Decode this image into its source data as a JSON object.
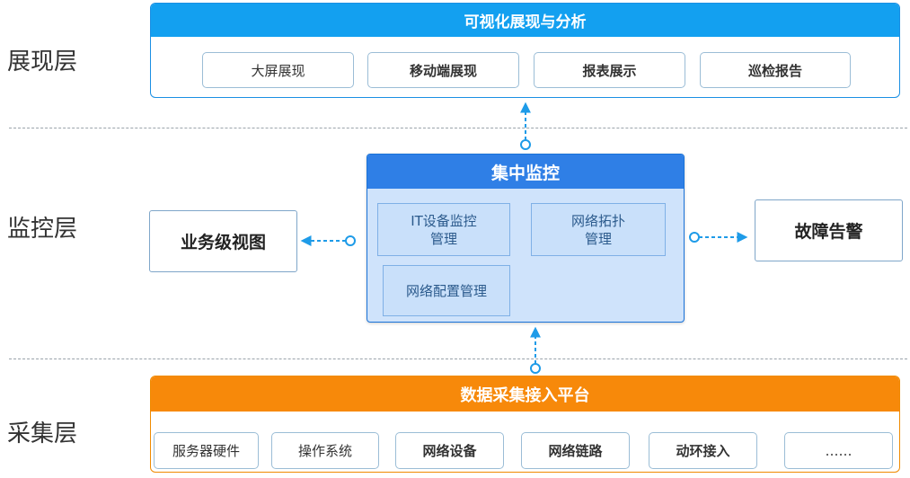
{
  "layers": {
    "presentation": "展现层",
    "monitoring": "监控层",
    "collection": "采集层"
  },
  "presentation_panel": {
    "title": "可视化展现与分析",
    "items": [
      "大屏展现",
      "移动端展现",
      "报表展示",
      "巡检报告"
    ]
  },
  "monitoring_panel": {
    "title": "集中监控",
    "modules": {
      "it_device_line1": "IT设备监控",
      "it_device_line2": "管理",
      "topology_line1": "网络拓扑",
      "topology_line2": "管理",
      "config": "网络配置管理"
    },
    "left": "业务级视图",
    "right": "故障告警"
  },
  "collection_panel": {
    "title": "数据采集接入平台",
    "items": [
      "服务器硬件",
      "操作系统",
      "网络设备",
      "网络链路",
      "动环接入",
      "……"
    ]
  },
  "colors": {
    "presentation_header": "#13a0f0",
    "monitoring_header": "#2f7fe6",
    "monitoring_body": "#cfe3fb",
    "collection_header": "#f7890a",
    "connector": "#1e9be8"
  }
}
